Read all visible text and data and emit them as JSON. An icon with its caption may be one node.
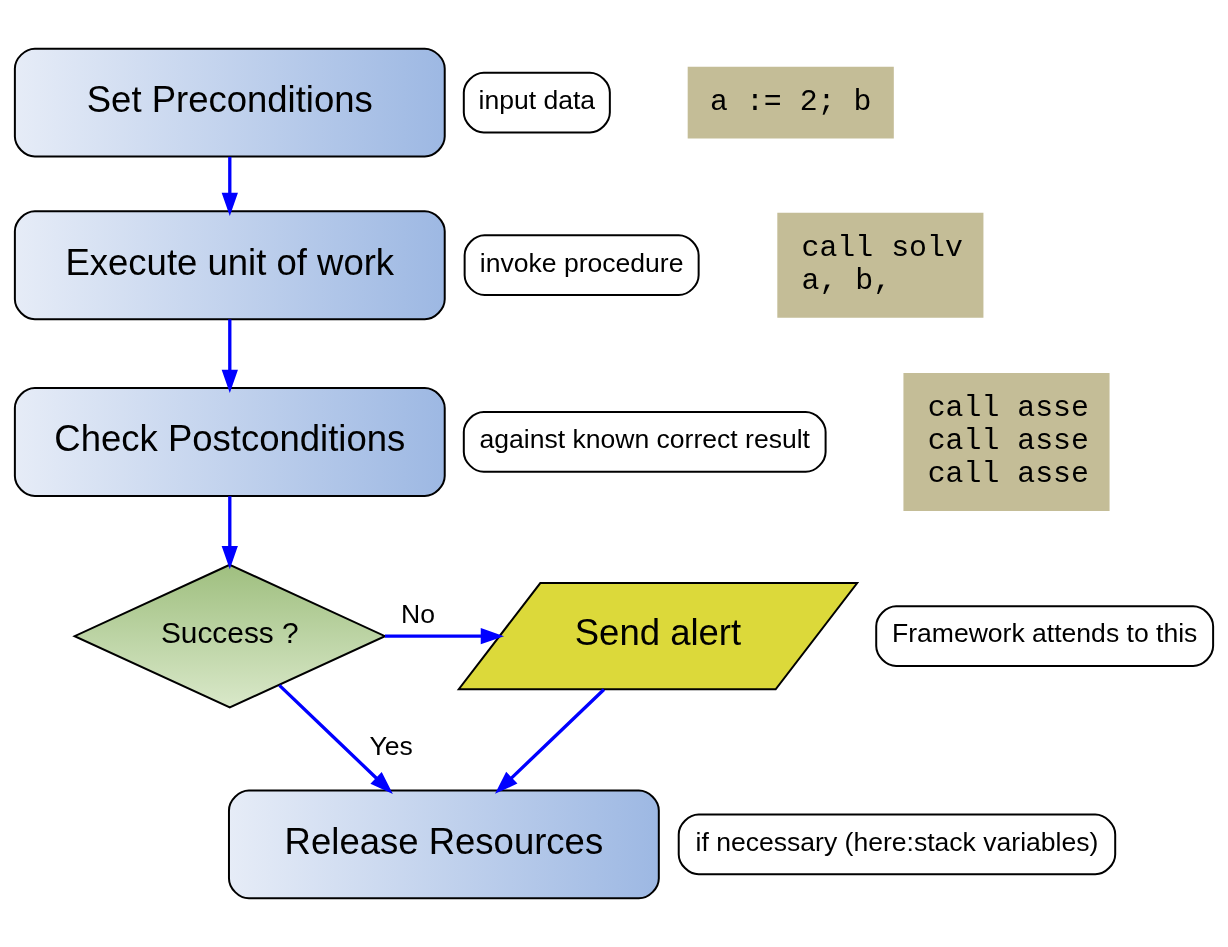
{
  "diagram": {
    "nodes": [
      {
        "text": [
          "Set Preconditions"
        ],
        "beside": [
          "input data"
        ]
      },
      {
        "text": [
          "Execute unit of work"
        ],
        "beside": [
          "invoke procedure"
        ]
      },
      {
        "text": [
          "Check Postconditions"
        ],
        "beside": [
          "against known correct result"
        ]
      },
      {
        "text": [
          "Success ?"
        ]
      },
      {
        "text": [
          "Send alert"
        ],
        "beside": [
          "Framework attends to this"
        ]
      },
      {
        "text": [
          "Release Resources"
        ],
        "beside": [
          "if necessary (here:stack variables)"
        ]
      },
      {
        "text": [
          "a := 2; b"
        ]
      },
      {
        "text": [
          "call solv a, b,"
        ]
      },
      {
        "text": [
          "call asse call asse call asse"
        ]
      }
    ],
    "edges": [
      {
        "from": 0,
        "to": 1,
        "arrow": "to"
      },
      {
        "from": 1,
        "to": 2,
        "arrow": "to"
      },
      {
        "from": 2,
        "to": 3,
        "arrow": "to"
      },
      {
        "from": 3,
        "to": 4,
        "arrow": "to",
        "label": "No"
      },
      {
        "from": 3,
        "to": 5,
        "arrow": "to",
        "label": "Yes"
      },
      {
        "from": 4,
        "to": 5,
        "arrow": "to"
      }
    ]
  }
}
